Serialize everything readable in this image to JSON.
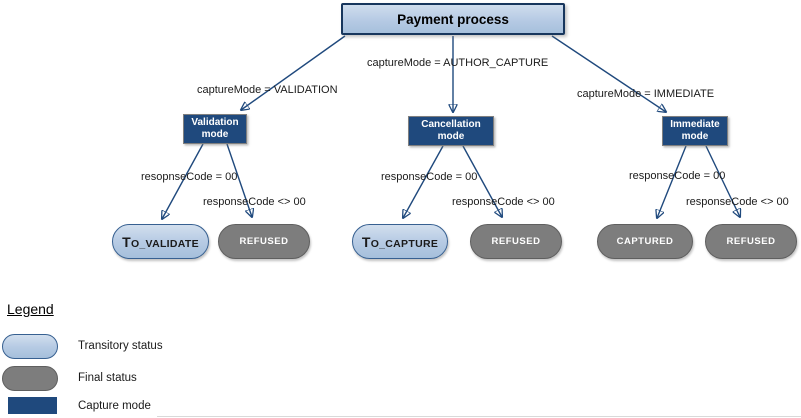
{
  "colors": {
    "navy_capture_mode": "#1f497d",
    "root_border": "#17365d",
    "transitory_fill": "#b7cbe4",
    "final_fill": "#7d7d7d",
    "arrow": "#1f497d"
  },
  "flowchart": {
    "root_label": "Payment process",
    "branches": [
      {
        "condition": "captureMode = VALIDATION",
        "mode_label": "Validation mode",
        "success_condition": "resopnseCode = 00",
        "success_status": "TO_VALIDATE",
        "success_type": "transitory",
        "fail_condition": "responseCode <> 00",
        "fail_status": "REFUSED",
        "fail_type": "final"
      },
      {
        "condition": "captureMode = AUTHOR_CAPTURE",
        "mode_label": "Cancellation mode",
        "success_condition": "responseCode = 00",
        "success_status": "TO_CAPTURE",
        "success_type": "transitory",
        "fail_condition": "responseCode <> 00",
        "fail_status": "REFUSED",
        "fail_type": "final"
      },
      {
        "condition": "captureMode = IMMEDIATE",
        "mode_label": "Immediate mode",
        "success_condition": "responseCode = 00",
        "success_status": "CAPTURED",
        "success_type": "final",
        "fail_condition": "responseCode <> 00",
        "fail_status": "REFUSED",
        "fail_type": "final"
      }
    ]
  },
  "legend": {
    "title": "Legend",
    "items": [
      {
        "swatch": "transitory-status-pill",
        "label": "Transitory status"
      },
      {
        "swatch": "final-status-pill",
        "label": "Final status"
      },
      {
        "swatch": "capture-mode-rect",
        "label": "Capture mode"
      }
    ]
  }
}
